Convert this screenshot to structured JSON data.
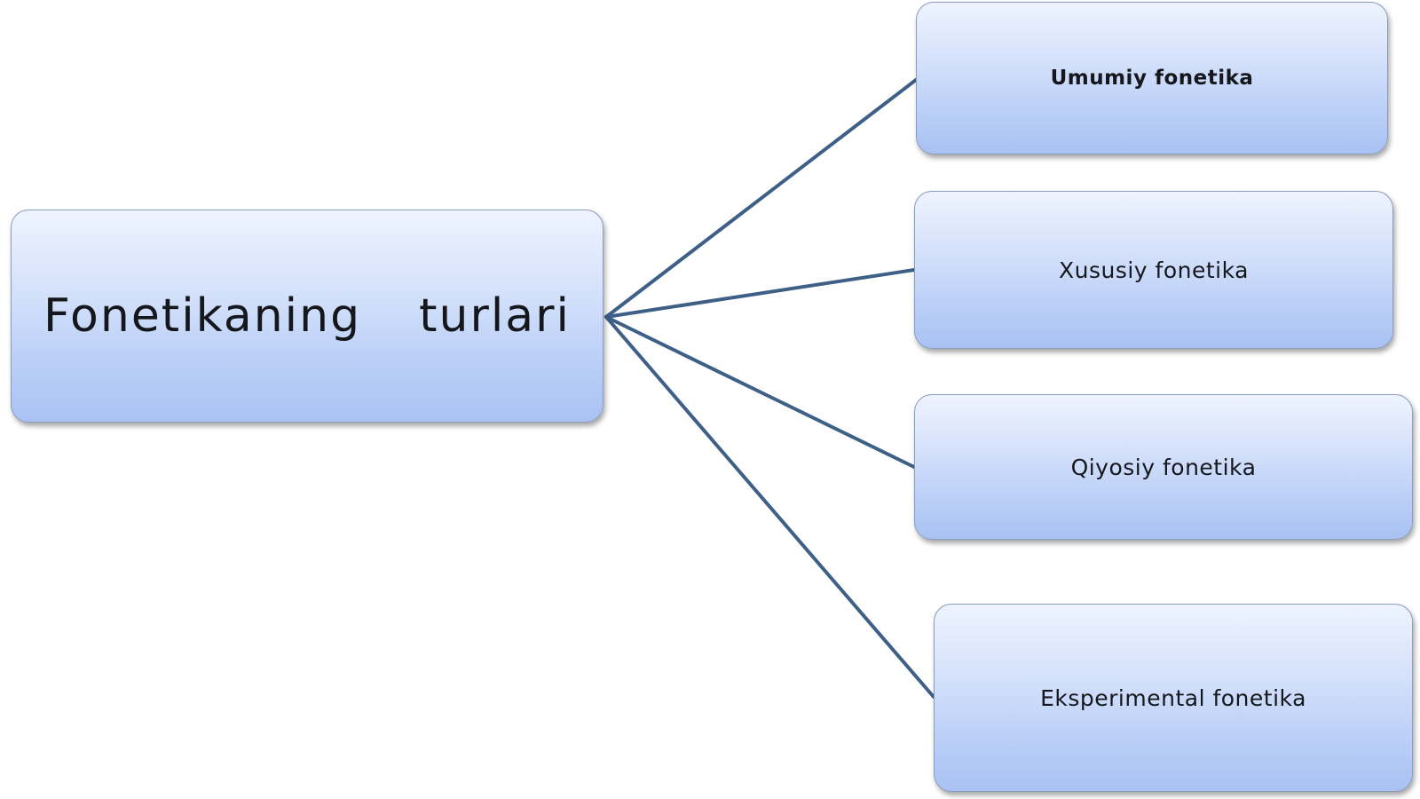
{
  "diagram": {
    "root": {
      "label": "Fonetikaning  turlari"
    },
    "children": [
      {
        "label": "Umumiy fonetika"
      },
      {
        "label": "Xususiy fonetika"
      },
      {
        "label": "Qiyosiy fonetika"
      },
      {
        "label": "Eksperimental fonetika"
      }
    ],
    "colors": {
      "box_gradient_top": "#eef3fe",
      "box_gradient_bottom": "#a9c2f3",
      "box_border": "#8a9dbd",
      "connector": "#3e5f86",
      "text": "#15171c",
      "background": "#ffffff"
    }
  }
}
